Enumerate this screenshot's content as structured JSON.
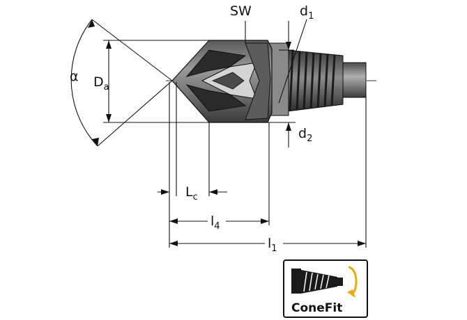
{
  "labels": {
    "alpha": "α",
    "Da_main": "D",
    "Da_sub": "a",
    "SW": "SW",
    "d1_main": "d",
    "d1_sub": "1",
    "d2_main": "d",
    "d2_sub": "2",
    "Lc_main": "L",
    "Lc_sub": "c",
    "l4_main": "l",
    "l4_sub": "4",
    "l1_main": "l",
    "l1_sub": "1"
  },
  "badge": {
    "text": "ConeFit",
    "arrow_color": "#f2a900"
  },
  "colors": {
    "ink": "#111111",
    "tool_dark": "#2b2b2b",
    "tool_mid": "#6f6f6f",
    "tool_light": "#b8b8b8"
  }
}
